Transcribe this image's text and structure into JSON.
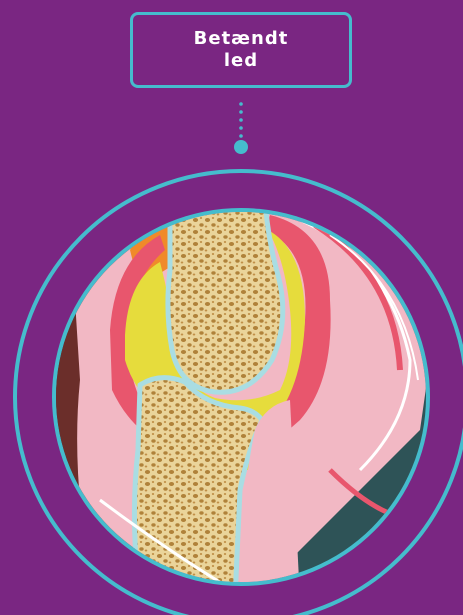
{
  "label": {
    "text": "Betændt led"
  },
  "colors": {
    "background": "#7a2682",
    "accent": "#45bccd",
    "bone": "#ead49a",
    "bone_pores": "#b0823a",
    "synovial_fluid": "#e6dc3c",
    "cartilage": "#a9dde3",
    "inflamed_tissue": "#e8566d",
    "soft_tissue": "#f2b8c4",
    "skin_shadow": "#2e5357",
    "dark_tissue": "#6b2e2a",
    "fat": "#f08a2a"
  },
  "icons": {
    "connector": "dotted-connector",
    "image": "inflamed-joint-cross-section"
  }
}
